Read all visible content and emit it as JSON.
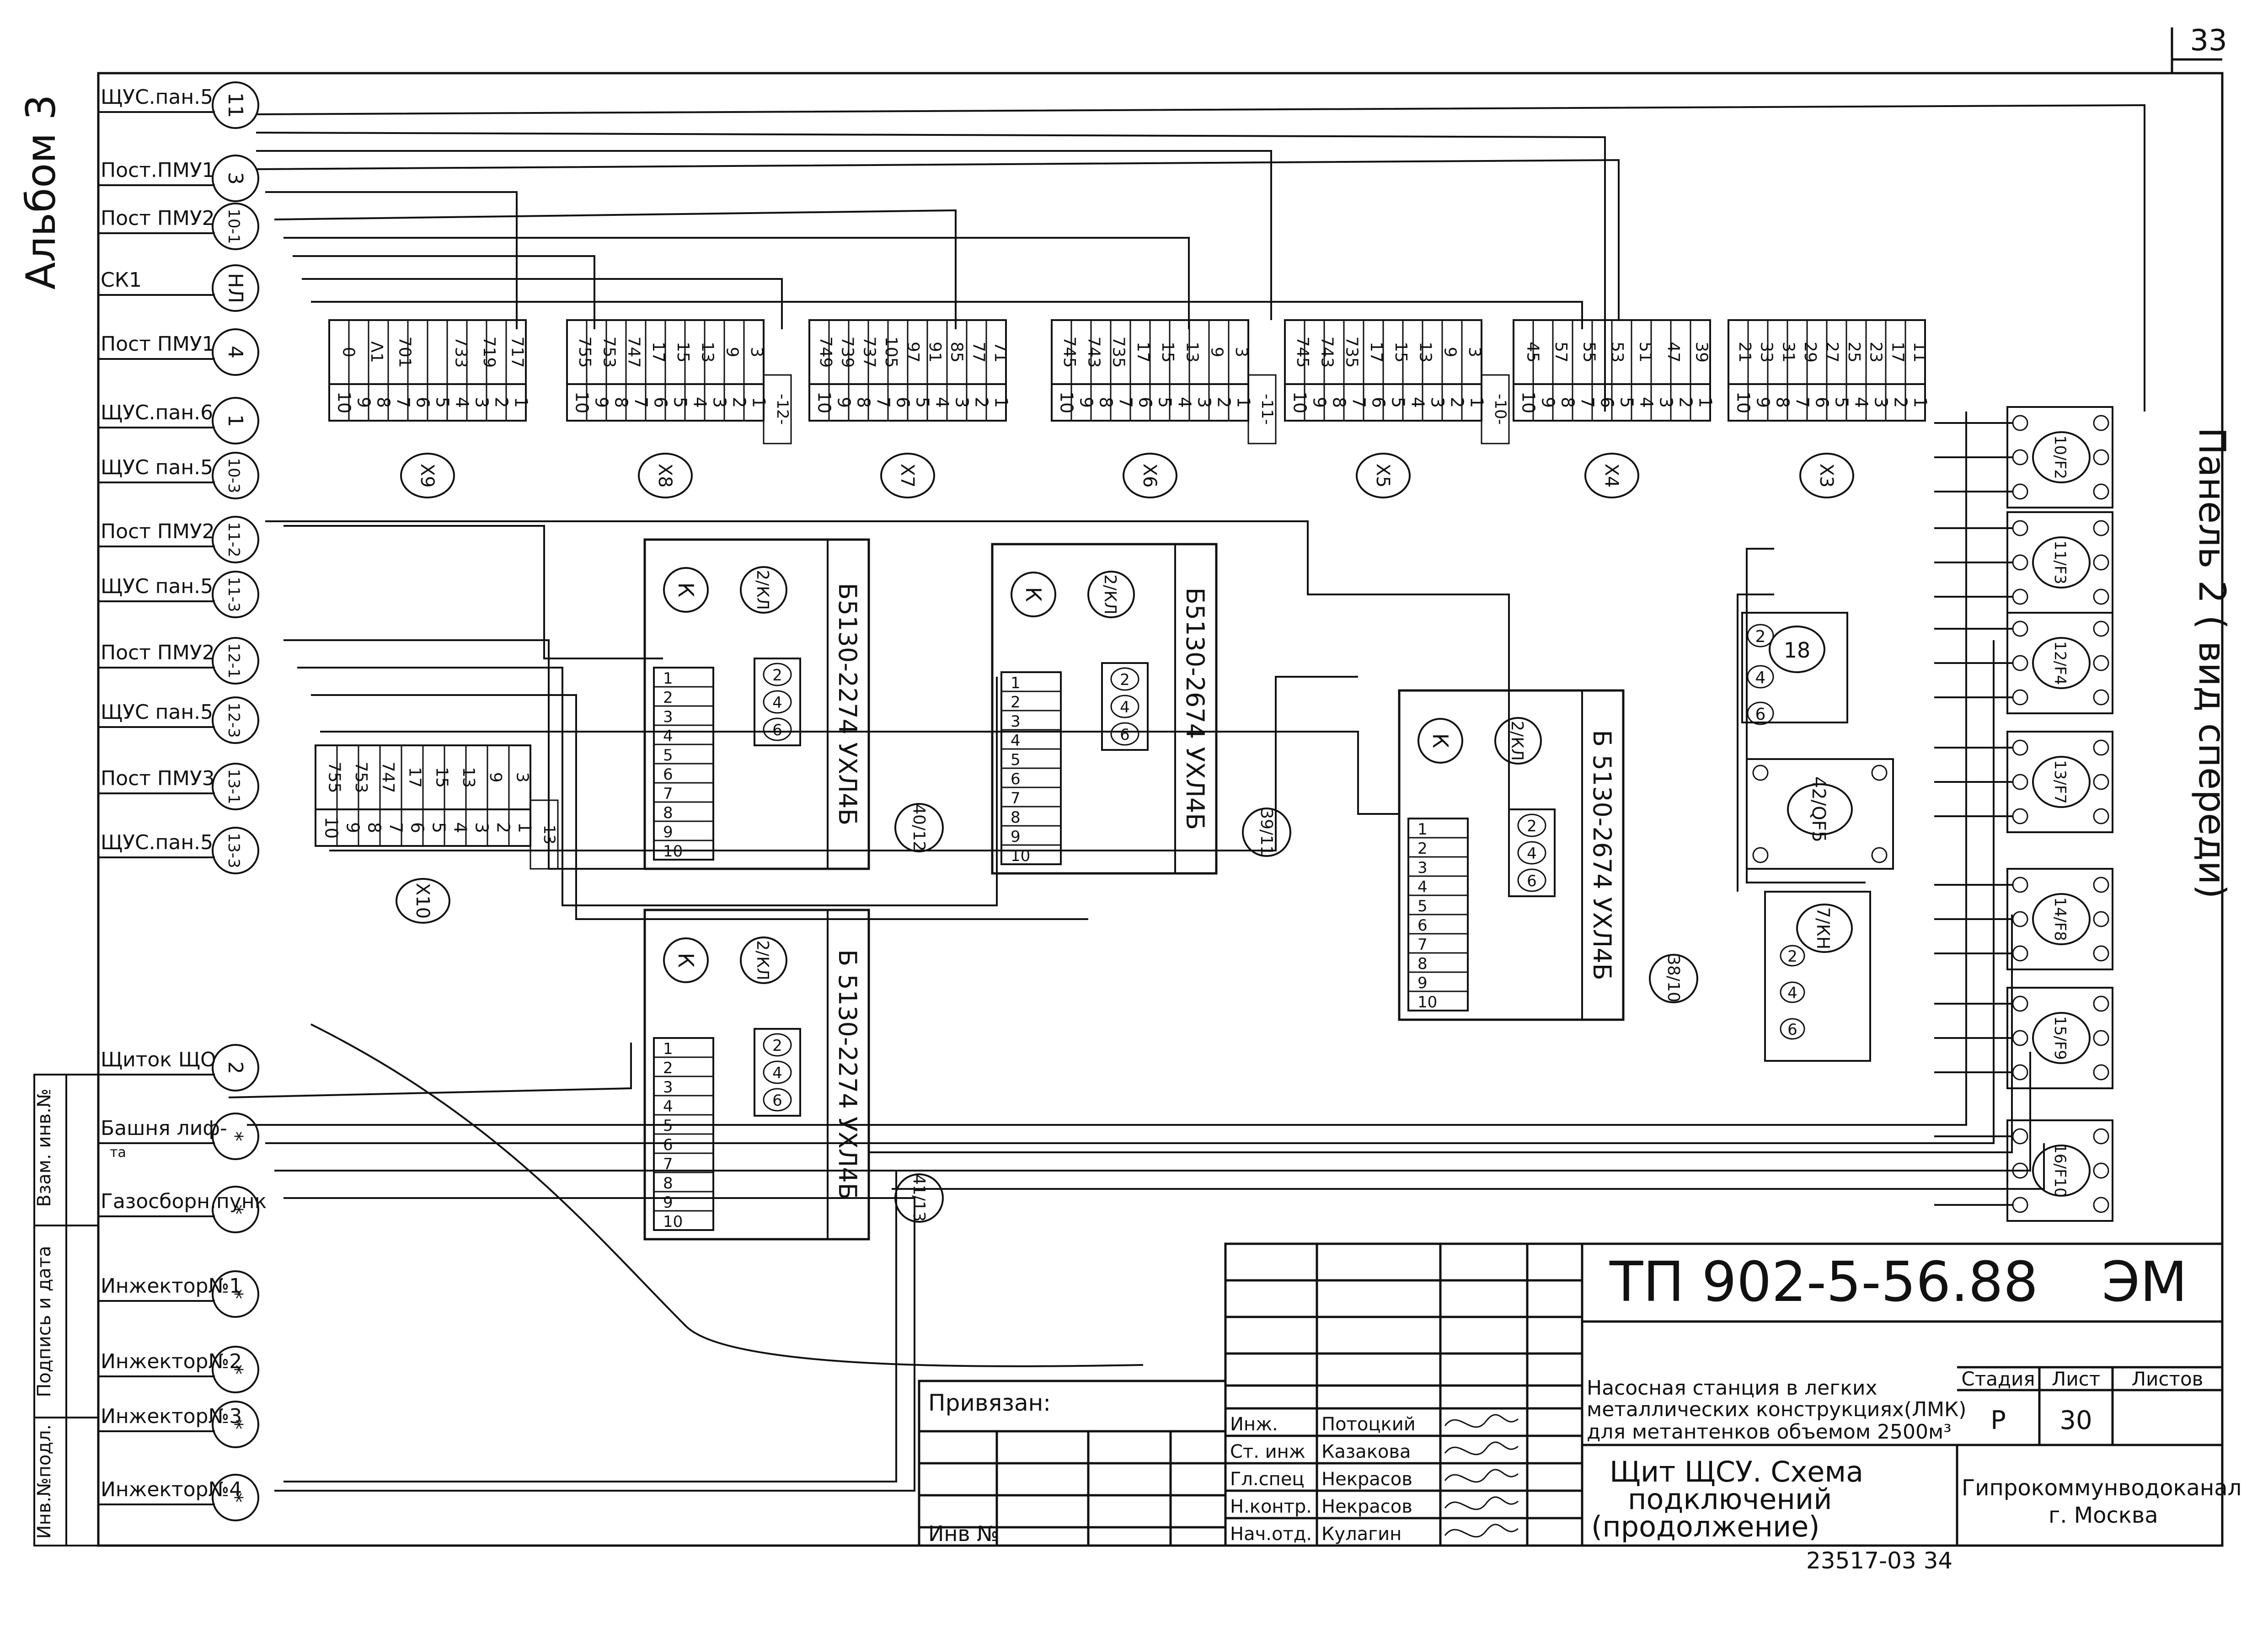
{
  "sheet": {
    "page_no": "33",
    "album": "Альбом 3",
    "panel_title": "Панель 2 ( вид спереди)"
  },
  "left_refs": [
    {
      "label": "ЩУС.пан.5",
      "ref": "11"
    },
    {
      "label": "Пост.ПМУ1",
      "ref": "3"
    },
    {
      "label": "Пост ПМУ2",
      "ref": "10-1"
    },
    {
      "label": "СК1",
      "ref": "НЛ"
    },
    {
      "label": "Пост ПМУ1",
      "ref": "4"
    },
    {
      "label": "ЩУС.пан.6",
      "ref": "1"
    },
    {
      "label": "ЩУС пан.5",
      "ref": "10-3"
    },
    {
      "label": "Пост ПМУ2",
      "ref": "11-2"
    },
    {
      "label": "ЩУС пан.5",
      "ref": "11-3"
    },
    {
      "label": "Пост ПМУ2",
      "ref": "12-1"
    },
    {
      "label": "ЩУС пан.5",
      "ref": "12-3"
    },
    {
      "label": "Пост ПМУ3",
      "ref": "13-1"
    },
    {
      "label": "ЩУС.пан.5",
      "ref": "13-3"
    },
    {
      "label": "Щиток ЩО",
      "ref": "2"
    },
    {
      "label": "Башня лиф-",
      "ref": "*",
      "sub": "та"
    },
    {
      "label": "Газосборн.пунк",
      "ref": "*"
    },
    {
      "label": "Инжектор№1",
      "ref": "*"
    },
    {
      "label": "Инжектор№2",
      "ref": "*"
    },
    {
      "label": "Инжектор№3",
      "ref": "*"
    },
    {
      "label": "Инжектор№4",
      "ref": "*"
    }
  ],
  "terminal_blocks": [
    {
      "id": "X9",
      "top": [
        "0",
        "Λ1",
        "701",
        "",
        "733",
        "719",
        "717"
      ],
      "bottom": [
        "10",
        "9",
        "8",
        "7",
        "6",
        "5",
        "4",
        "3",
        "2",
        "1"
      ]
    },
    {
      "id": "X8",
      "top": [
        "755",
        "753",
        "747",
        "17",
        "15",
        "13",
        "9",
        "3"
      ],
      "bottom": [
        "10",
        "9",
        "8",
        "7",
        "6",
        "5",
        "4",
        "3",
        "2",
        "1"
      ],
      "tag": "-12-"
    },
    {
      "id": "X7",
      "top": [
        "749",
        "739",
        "737",
        "105",
        "97",
        "91",
        "85",
        "77",
        "71"
      ],
      "bottom": [
        "10",
        "9",
        "8",
        "7",
        "6",
        "5",
        "4",
        "3",
        "2",
        "1"
      ]
    },
    {
      "id": "X6",
      "top": [
        "745",
        "743",
        "735",
        "17",
        "15",
        "13",
        "9",
        "3"
      ],
      "bottom": [
        "10",
        "9",
        "8",
        "7",
        "6",
        "5",
        "4",
        "3",
        "2",
        "1"
      ],
      "tag": "-11-"
    },
    {
      "id": "X5",
      "top": [
        "745",
        "743",
        "735",
        "17",
        "15",
        "13",
        "9",
        "3"
      ],
      "bottom": [
        "10",
        "9",
        "8",
        "7",
        "6",
        "5",
        "4",
        "3",
        "2",
        "1"
      ],
      "tag": "-10-"
    },
    {
      "id": "X4",
      "top": [
        "45",
        "57",
        "55",
        "53",
        "51",
        "47",
        "39"
      ],
      "bottom": [
        "10",
        "9",
        "8",
        "7",
        "6",
        "5",
        "4",
        "3",
        "2",
        "1"
      ]
    },
    {
      "id": "X3",
      "top": [
        "21",
        "33",
        "31",
        "29",
        "27",
        "25",
        "23",
        "17",
        "11"
      ],
      "bottom": [
        "10",
        "9",
        "8",
        "7",
        "6",
        "5",
        "4",
        "3",
        "2",
        "1"
      ]
    },
    {
      "id": "X10",
      "top": [
        "755",
        "753",
        "747",
        "17",
        "15",
        "13",
        "9",
        "3"
      ],
      "bottom": [
        "10",
        "9",
        "8",
        "7",
        "6",
        "5",
        "4",
        "3",
        "2",
        "1"
      ],
      "tag": "-13-"
    }
  ],
  "relay_blocks": [
    {
      "name": "Б5130-2274 УХЛ4Б",
      "k": "К",
      "kl": "2/КЛ",
      "pins": [
        "1",
        "2",
        "3",
        "4",
        "5",
        "6",
        "7",
        "8",
        "9",
        "10"
      ],
      "contacts": [
        "2",
        "4",
        "6"
      ],
      "ref": "40/12"
    },
    {
      "name": "Б5130-2674 УХЛ4Б",
      "k": "К",
      "kl": "2/КЛ",
      "pins": [
        "1",
        "2",
        "3",
        "4",
        "5",
        "6",
        "7",
        "8",
        "9",
        "10"
      ],
      "contacts": [
        "2",
        "4",
        "6"
      ],
      "ref": "39/11"
    },
    {
      "name": "Б 5130-2674 УХЛ4Б",
      "k": "К",
      "kl": "2/КЛ",
      "pins": [
        "1",
        "2",
        "3",
        "4",
        "5",
        "6",
        "7",
        "8",
        "9",
        "10"
      ],
      "contacts": [
        "2",
        "4",
        "6"
      ],
      "ref": "38/10"
    },
    {
      "name": "Б 5130-2274 УХЛ4Б",
      "k": "К",
      "kl": "2/КЛ",
      "pins": [
        "1",
        "2",
        "3",
        "4",
        "5",
        "6",
        "7",
        "8",
        "9",
        "10"
      ],
      "contacts": [
        "2",
        "4",
        "6"
      ],
      "ref": "41/13"
    }
  ],
  "devices": {
    "d18": {
      "label": "18",
      "contacts": [
        "2",
        "4",
        "6"
      ]
    },
    "qf5": {
      "label": "42/QF5"
    },
    "kn": {
      "label": "7/КН",
      "contacts": [
        "2",
        "4",
        "6"
      ]
    }
  },
  "fuses": [
    {
      "n": "10",
      "name": "F2"
    },
    {
      "n": "11",
      "name": "F3"
    },
    {
      "n": "12",
      "name": "F4"
    },
    {
      "n": "13",
      "name": "F7"
    },
    {
      "n": "14",
      "name": "F8"
    },
    {
      "n": "15",
      "name": "F9"
    },
    {
      "n": "16",
      "name": "F10"
    }
  ],
  "side_stamp": [
    "Взам. инв.№",
    "Подпись и дата",
    "Инв.№подл."
  ],
  "title_block": {
    "doc_code": "ТП 902-5-56.88",
    "mark": "ЭМ",
    "bound": "Привязан:",
    "inv": "Инв №",
    "object": [
      "Насосная станция в легких",
      "металлических конструкциях(ЛМК)",
      "для метантенков объемом 2500м³"
    ],
    "headers": [
      "Стадия",
      "Лист",
      "Листов"
    ],
    "stage": "Р",
    "sheet": "30",
    "title": [
      "Щит ЩСУ. Схема",
      "подключений",
      "(продолжение)"
    ],
    "org": [
      "Гипрокоммунводоканал",
      "г. Москва"
    ],
    "roles": [
      {
        "role": "Инж.",
        "name": "Потоцкий"
      },
      {
        "role": "Ст. инж",
        "name": "Казакова"
      },
      {
        "role": "Гл.спец",
        "name": "Некрасов"
      },
      {
        "role": "Н.контр.",
        "name": "Некрасов"
      },
      {
        "role": "Нач.отд.",
        "name": "Кулагин"
      }
    ],
    "footer": "23517-03    34"
  }
}
